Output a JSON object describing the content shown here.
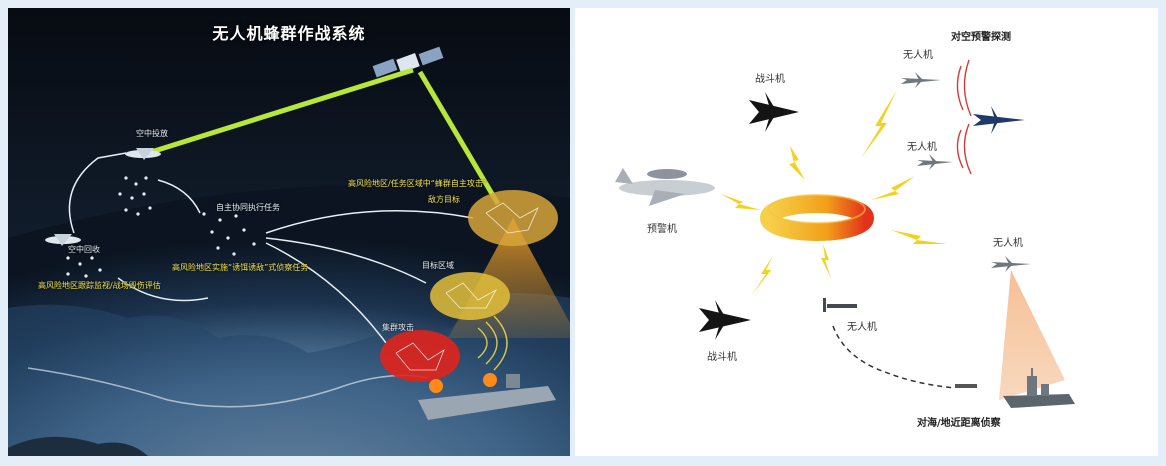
{
  "left_panel": {
    "title": "无人机蜂群作战系统",
    "labels": {
      "air_relay": "空中投放",
      "air_recovery": "空中回收",
      "high_risk_left": "高风险地区跟踪监视/战场毁伤评估",
      "autonomous_mission": "自主协同执行任务",
      "high_risk_top": "高风险地区/任务区域中“蜂群自主攻击”",
      "enemy_target": "敌方目标",
      "target_area": "目标区域",
      "group_attack": "集群攻击",
      "decoy_mission": "高风险地区实施“诱饵诱敌”式侦察任务"
    }
  },
  "right_panel": {
    "labels": {
      "fighter_top": "战斗机",
      "uav_top": "无人机",
      "air_warning": "对空预警探测",
      "uav_mid": "无人机",
      "early_warning": "预警机",
      "uav_right": "无人机",
      "uav_center": "无人机",
      "fighter_bottom": "战斗机",
      "sea_land": "对海/地近距离侦察"
    }
  },
  "colors": {
    "laser_link": "#b8e63a",
    "lightning": "#f3d21e",
    "ring": "#f2a01a",
    "swarm_area_gold": "#d8a53a",
    "swarm_area_red": "#e0241c",
    "radar_cone": "#f4b98a"
  }
}
